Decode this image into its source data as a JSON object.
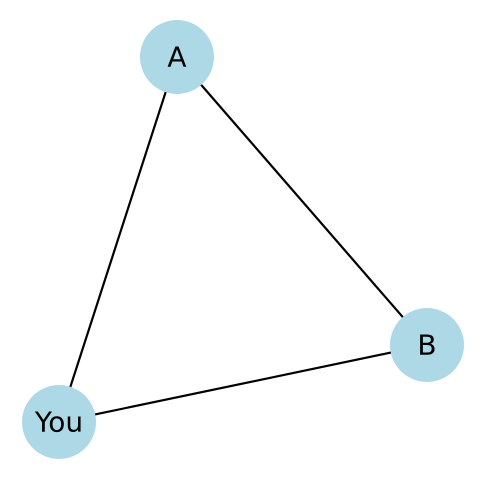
{
  "graph": {
    "node_color": "#add8e6",
    "edge_color": "#000000",
    "nodes": [
      {
        "id": "A",
        "label": "A"
      },
      {
        "id": "B",
        "label": "B"
      },
      {
        "id": "You",
        "label": "You"
      }
    ],
    "edges": [
      {
        "source": "A",
        "target": "B"
      },
      {
        "source": "A",
        "target": "You"
      },
      {
        "source": "B",
        "target": "You"
      }
    ]
  }
}
